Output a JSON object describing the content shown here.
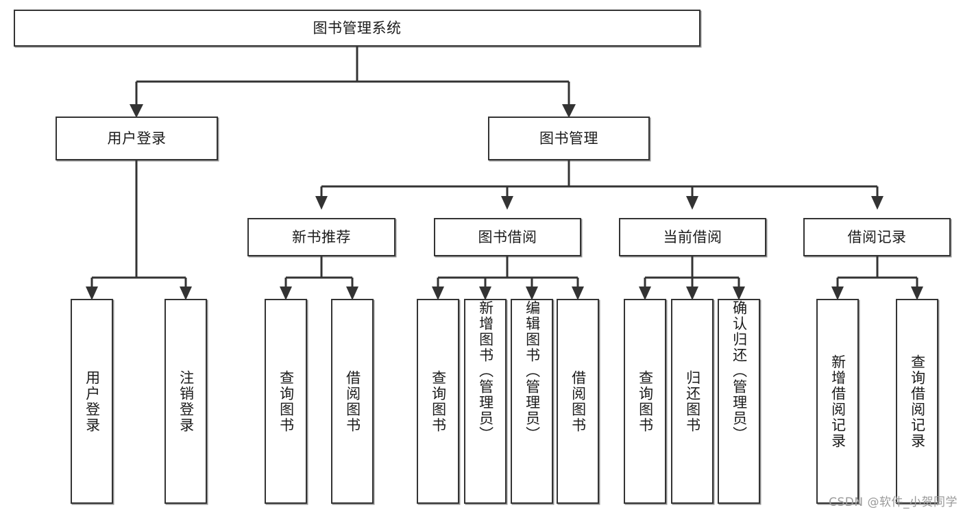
{
  "diagram": {
    "title": "图书管理系统",
    "style": {
      "box_border_color": "#333333",
      "box_fill_color": "#ffffff",
      "connector_color": "#333333",
      "text_color": "#1b1b1b",
      "watermark_color": "#9a9a9a",
      "background": "#ffffff"
    },
    "levels": {
      "root": {
        "label": "图书管理系统"
      },
      "level2": [
        {
          "label": "用户登录"
        },
        {
          "label": "图书管理"
        }
      ],
      "level3": [
        {
          "label": "新书推荐"
        },
        {
          "label": "图书借阅"
        },
        {
          "label": "当前借阅"
        },
        {
          "label": "借阅记录"
        }
      ],
      "leaves": {
        "user_login": [
          {
            "label": "用户登录"
          },
          {
            "label": "注销登录"
          }
        ],
        "new_book_recommend": [
          {
            "label": "查询图书"
          },
          {
            "label": "借阅图书"
          }
        ],
        "book_borrow": [
          {
            "label": "查询图书"
          },
          {
            "label": "新增图书（管理员）"
          },
          {
            "label": "编辑图书（管理员）"
          },
          {
            "label": "借阅图书"
          }
        ],
        "current_borrow": [
          {
            "label": "查询图书"
          },
          {
            "label": "归还图书"
          },
          {
            "label": "确认归还（管理员）"
          }
        ],
        "borrow_record": [
          {
            "label": "新增借阅记录"
          },
          {
            "label": "查询借阅记录"
          }
        ]
      }
    }
  },
  "watermark": {
    "text": "CSDN @软件_小贺同学"
  }
}
